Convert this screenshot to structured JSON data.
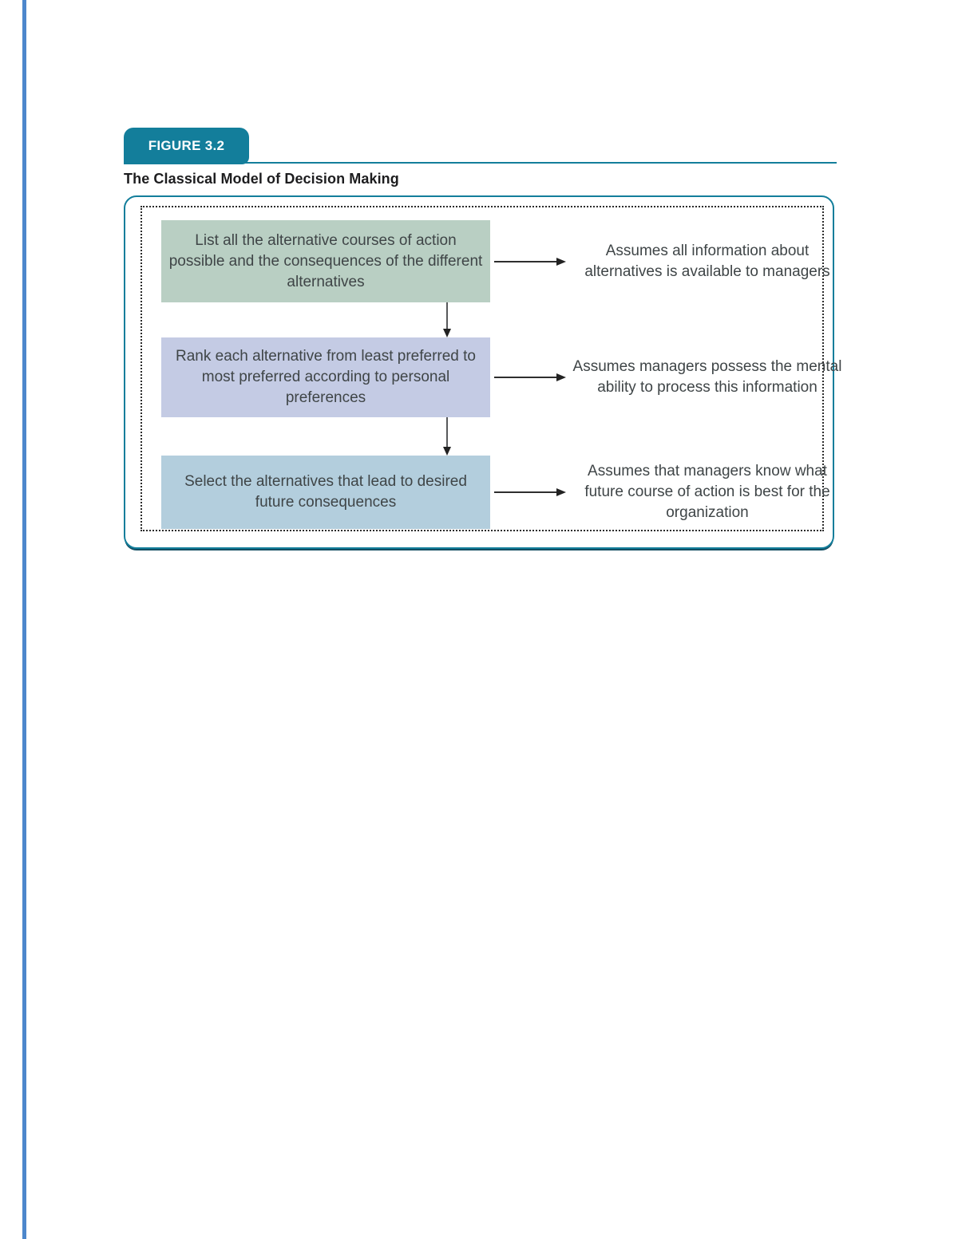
{
  "page": {
    "left_stripe_color": "#4d87cc",
    "accent_teal": "#137e9b",
    "panel_shadow_color": "#134d62",
    "dotted_border_color": "#2b2b2b",
    "text_color": "#3f4547",
    "arrow_color": "#222222"
  },
  "figure": {
    "tab_label": "FIGURE 3.2",
    "title": "The Classical Model of Decision Making",
    "rows": [
      {
        "box_label": "List all the alternative courses of action possible and the consequences of the different alternatives",
        "box_color": "#b9cfc3",
        "assumption": "Assumes all information about alternatives is available to managers"
      },
      {
        "box_label": "Rank each alternative from least preferred to most preferred according to personal preferences",
        "box_color": "#c4cbe4",
        "assumption": "Assumes managers possess the mental ability to process this information"
      },
      {
        "box_label": "Select the alternatives that lead to desired future consequences",
        "box_color": "#b3cedd",
        "assumption": "Assumes that managers know what future course of action is best for the organization"
      }
    ]
  }
}
